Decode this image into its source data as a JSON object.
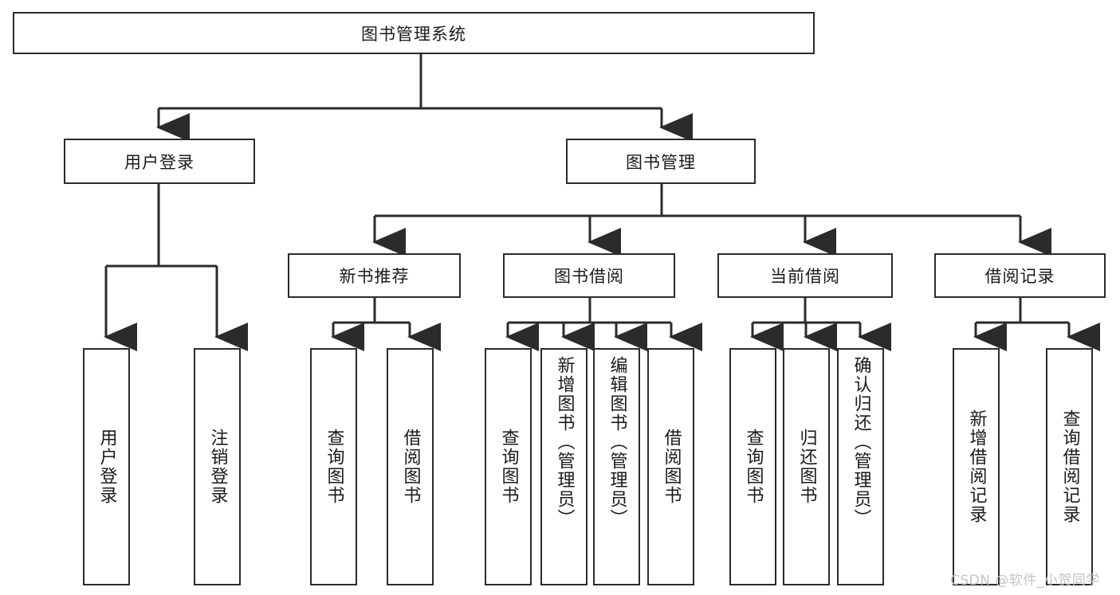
{
  "diagram": {
    "type": "tree-hierarchy",
    "title": "图书管理系统",
    "root": {
      "label": "图书管理系统"
    },
    "level2": [
      {
        "label": "用户登录"
      },
      {
        "label": "图书管理"
      }
    ],
    "level3": [
      {
        "label": "新书推荐"
      },
      {
        "label": "图书借阅"
      },
      {
        "label": "当前借阅"
      },
      {
        "label": "借阅记录"
      }
    ],
    "leaves": {
      "user_login": [
        {
          "label": "用户登录"
        },
        {
          "label": "注销登录"
        }
      ],
      "new_book_recommend": [
        {
          "label": "查询图书"
        },
        {
          "label": "借阅图书"
        }
      ],
      "book_borrow": [
        {
          "label": "查询图书"
        },
        {
          "label": "新增图书（管理员）"
        },
        {
          "label": "编辑图书（管理员）"
        },
        {
          "label": "借阅图书"
        }
      ],
      "current_borrow": [
        {
          "label": "查询图书"
        },
        {
          "label": "归还图书"
        },
        {
          "label": "确认归还（管理员）"
        }
      ],
      "borrow_records": [
        {
          "label": "新增借阅记录"
        },
        {
          "label": "查询借阅记录"
        }
      ]
    }
  },
  "watermark": {
    "text": "CSDN @软件_小贺同学"
  },
  "colors": {
    "stroke": "#2b2b2b",
    "background": "#ffffff",
    "text": "#1a1a1a",
    "watermark": "#c3c3c3"
  }
}
